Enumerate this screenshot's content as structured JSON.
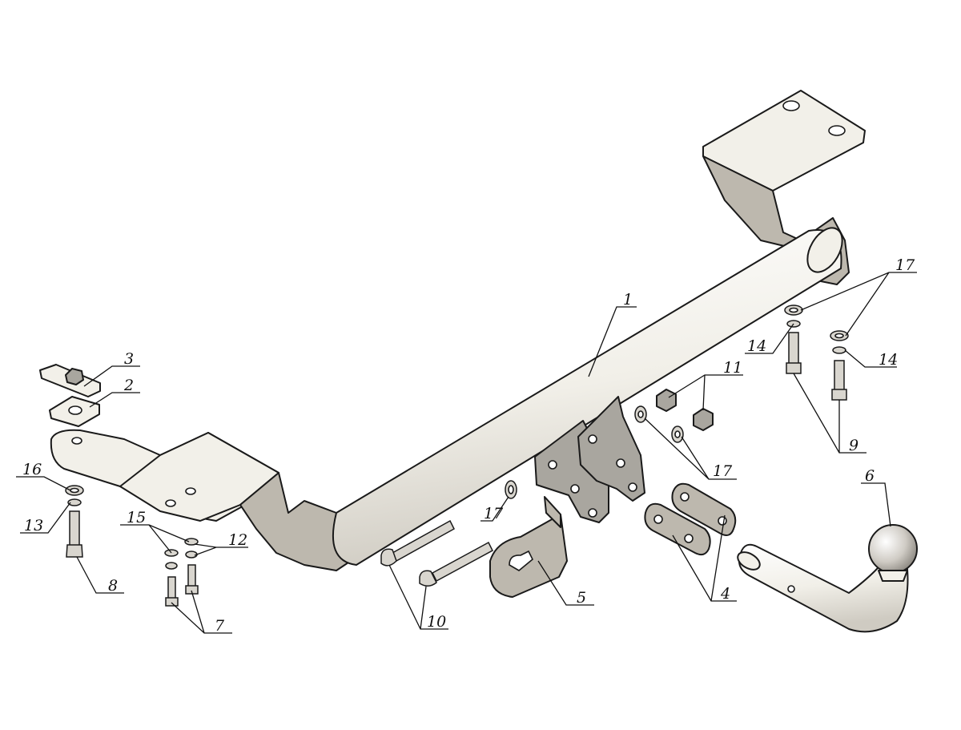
{
  "diagram": {
    "callouts": [
      {
        "id": "c1",
        "label": "1"
      },
      {
        "id": "c2",
        "label": "2"
      },
      {
        "id": "c3",
        "label": "3"
      },
      {
        "id": "c4",
        "label": "4"
      },
      {
        "id": "c5",
        "label": "5"
      },
      {
        "id": "c6",
        "label": "6"
      },
      {
        "id": "c7",
        "label": "7"
      },
      {
        "id": "c8",
        "label": "8"
      },
      {
        "id": "c9",
        "label": "9"
      },
      {
        "id": "c10",
        "label": "10"
      },
      {
        "id": "c11",
        "label": "11"
      },
      {
        "id": "c12",
        "label": "12"
      },
      {
        "id": "c13",
        "label": "13"
      },
      {
        "id": "c14a",
        "label": "14"
      },
      {
        "id": "c14b",
        "label": "14"
      },
      {
        "id": "c15",
        "label": "15"
      },
      {
        "id": "c16",
        "label": "16"
      },
      {
        "id": "c17a",
        "label": "17"
      },
      {
        "id": "c17b",
        "label": "17"
      },
      {
        "id": "c17c",
        "label": "17"
      }
    ],
    "colors": {
      "metal_light": "#f2f0e9",
      "metal_shade": "#bdb8ae",
      "outline": "#1a1a1a",
      "background": "#ffffff"
    }
  }
}
